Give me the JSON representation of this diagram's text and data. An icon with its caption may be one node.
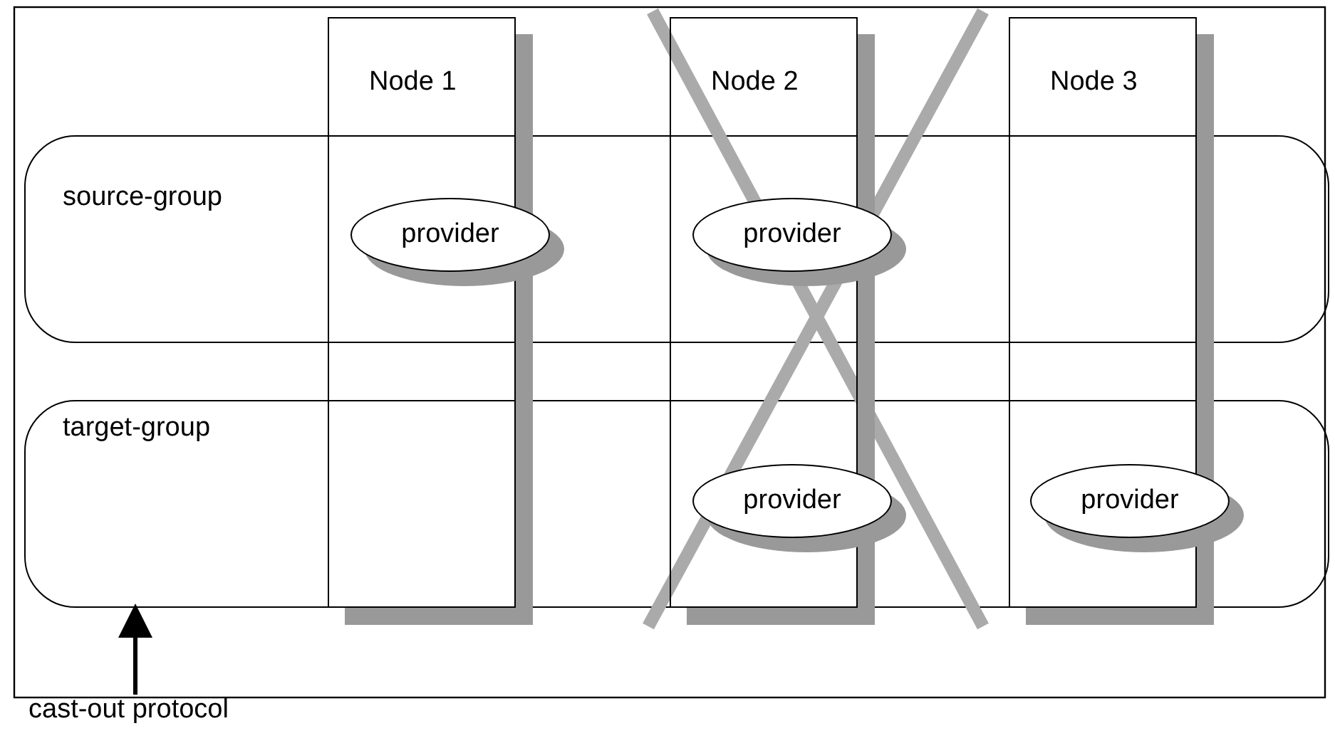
{
  "diagram": {
    "nodes": [
      {
        "text": [
          "Node 1"
        ]
      },
      {
        "text": [
          "Node 2"
        ]
      },
      {
        "text": [
          "Node 3"
        ]
      },
      {
        "text": [
          "source-group"
        ]
      },
      {
        "text": [
          "provider"
        ],
        "in": 3
      },
      {
        "text": [
          "provider"
        ],
        "in": 3
      },
      {
        "text": [
          "target-group"
        ]
      },
      {
        "text": [
          "provider"
        ],
        "in": 6
      },
      {
        "text": [
          "provider"
        ],
        "in": 6
      },
      {
        "text": [
          "cast-out protocol"
        ]
      }
    ],
    "edges": [
      {
        "from": 9,
        "to": 6,
        "arrow": "to"
      }
    ]
  }
}
